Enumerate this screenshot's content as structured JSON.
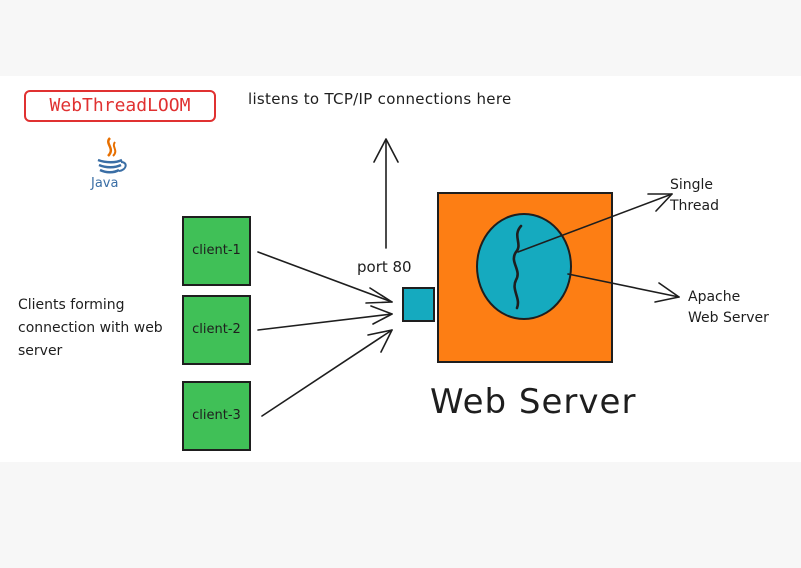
{
  "brand": {
    "name": "WebThreadLOOM",
    "logo_label": "Java",
    "logo_icon": "java-coffee-cup-icon",
    "accent_color": "#e03131"
  },
  "annotations": {
    "listen": "listens to TCP/IP connections here",
    "port": "port 80",
    "clients_caption": "Clients forming connection with web server",
    "single_thread": [
      "Single",
      "Thread"
    ],
    "apache": [
      "Apache",
      "Web Server"
    ]
  },
  "clients": [
    {
      "label": "client-1"
    },
    {
      "label": "client-2"
    },
    {
      "label": "client-3"
    }
  ],
  "server": {
    "title": "Web Server",
    "box_color": "#fd7e14",
    "port_color": "#15aabf",
    "thread_color": "#15aabf",
    "client_color": "#40c057"
  }
}
